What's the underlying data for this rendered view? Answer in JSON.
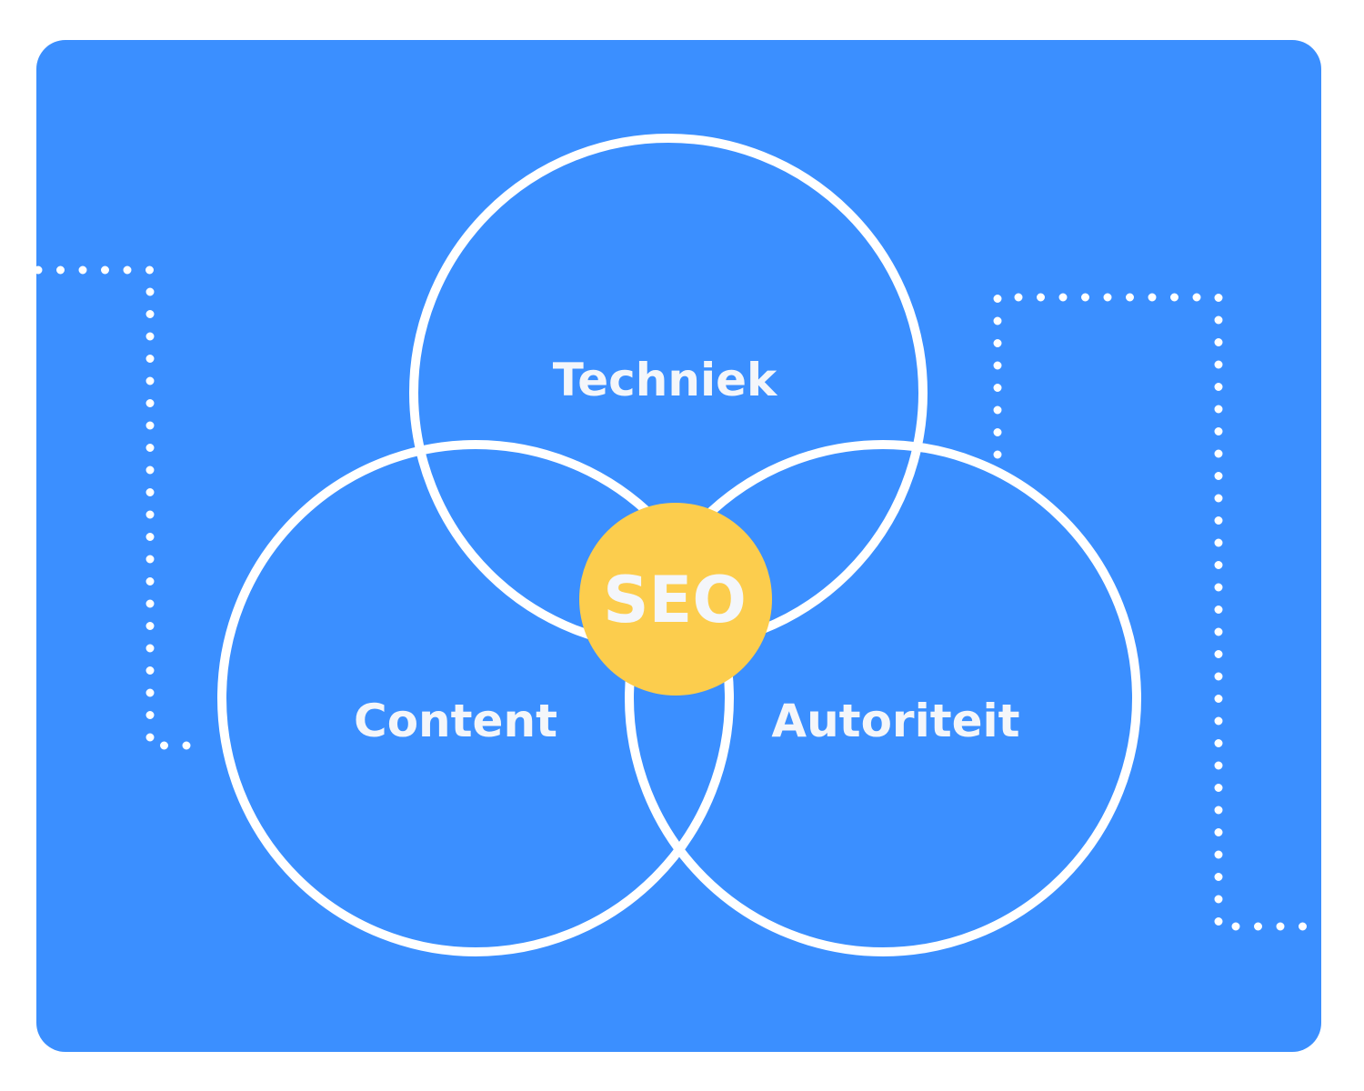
{
  "diagram": {
    "type": "venn",
    "center_label": "SEO",
    "sets": [
      {
        "label": "Techniek"
      },
      {
        "label": "Content"
      },
      {
        "label": "Autoriteit"
      }
    ]
  },
  "colors": {
    "background": "#3b8fff",
    "center": "#fccd4d",
    "stroke": "#ffffff"
  }
}
